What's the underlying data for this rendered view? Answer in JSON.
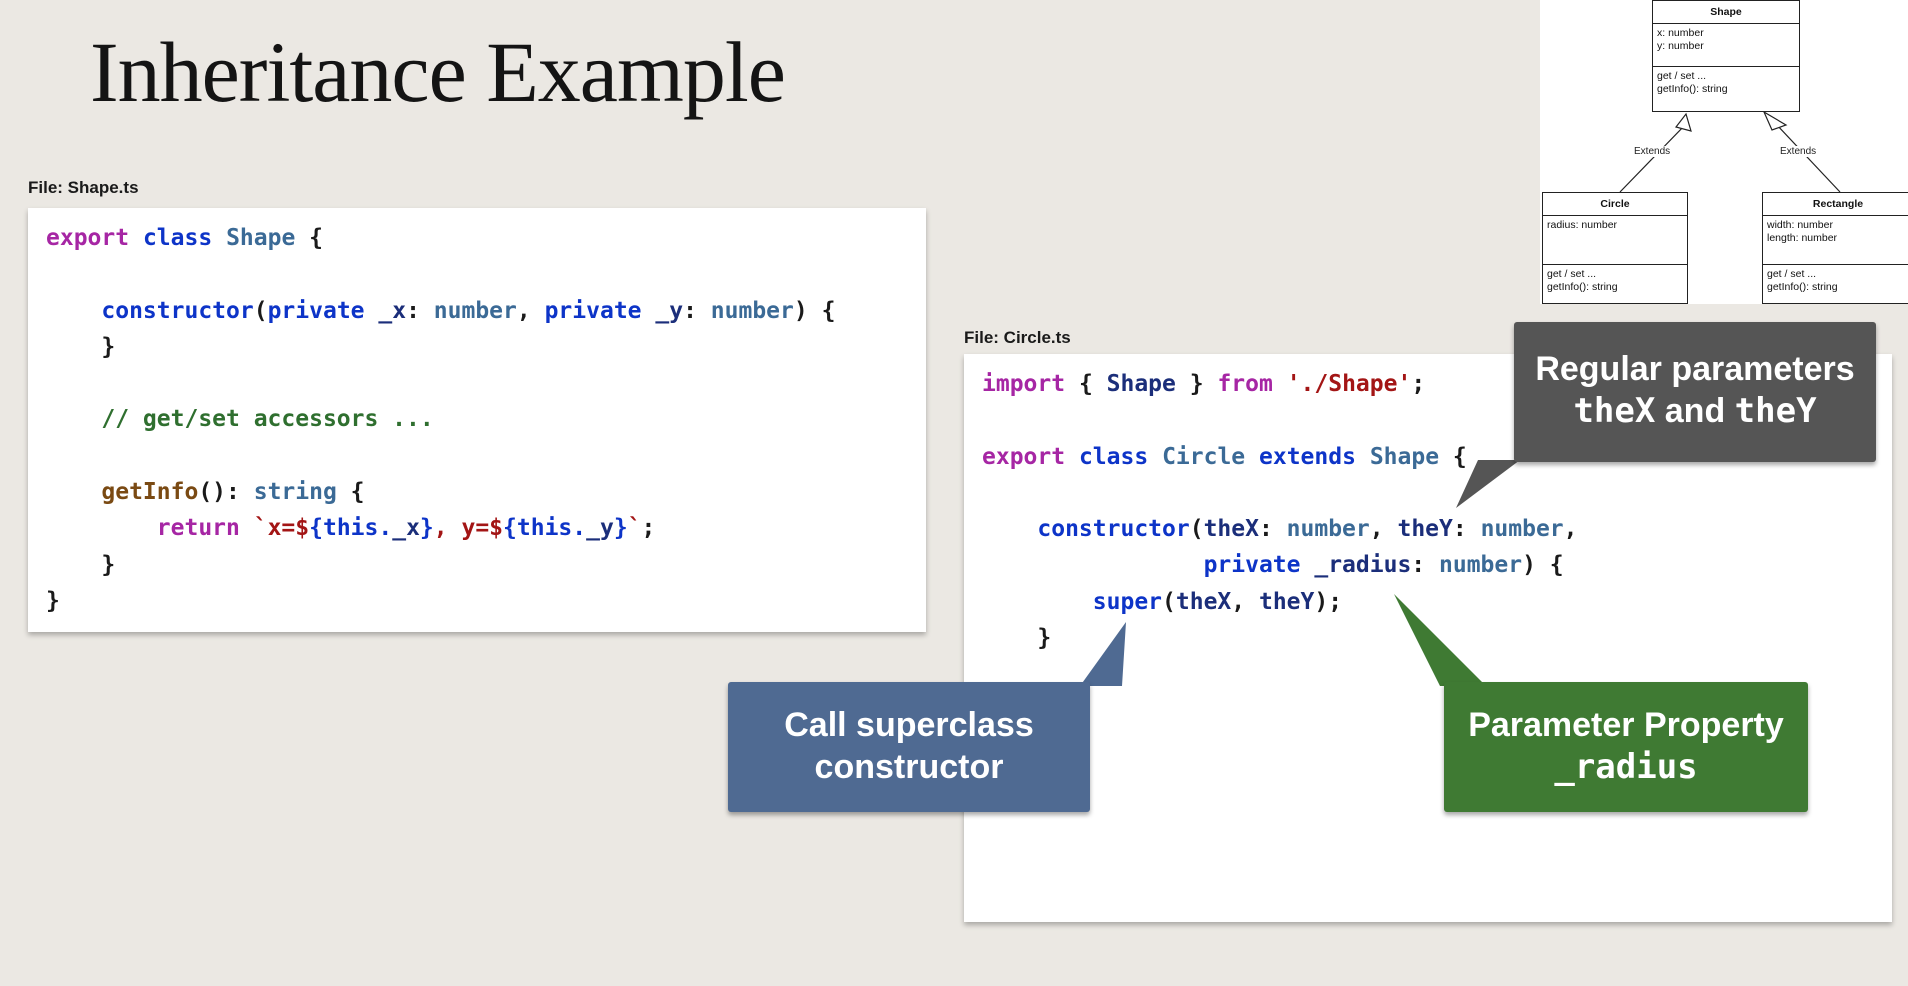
{
  "slide": {
    "title": "Inheritance Example"
  },
  "shape_file": {
    "label": "File: Shape.ts",
    "lines": [
      [
        [
          "kw",
          "export"
        ],
        [
          "pl",
          " "
        ],
        [
          "kb",
          "class"
        ],
        [
          "pl",
          " "
        ],
        [
          "tn",
          "Shape"
        ],
        [
          "pl",
          " {"
        ]
      ],
      [],
      [
        [
          "pl",
          "    "
        ],
        [
          "kb",
          "constructor"
        ],
        [
          "pl",
          "("
        ],
        [
          "kb",
          "private"
        ],
        [
          "pl",
          " "
        ],
        [
          "nm",
          "_x"
        ],
        [
          "pl",
          ": "
        ],
        [
          "tn",
          "number"
        ],
        [
          "pl",
          ", "
        ],
        [
          "kb",
          "private"
        ],
        [
          "pl",
          " "
        ],
        [
          "nm",
          "_y"
        ],
        [
          "pl",
          ": "
        ],
        [
          "tn",
          "number"
        ],
        [
          "pl",
          ") {"
        ]
      ],
      [
        [
          "pl",
          "    }"
        ]
      ],
      [],
      [
        [
          "pl",
          "    "
        ],
        [
          "cm",
          "// get/set accessors ..."
        ]
      ],
      [],
      [
        [
          "pl",
          "    "
        ],
        [
          "fn",
          "getInfo"
        ],
        [
          "pl",
          "(): "
        ],
        [
          "tn",
          "string"
        ],
        [
          "pl",
          " {"
        ]
      ],
      [
        [
          "pl",
          "        "
        ],
        [
          "kw",
          "return"
        ],
        [
          "pl",
          " "
        ],
        [
          "st",
          "`x=$"
        ],
        [
          "kb",
          "{this."
        ],
        [
          "nm",
          "_x"
        ],
        [
          "kb",
          "}"
        ],
        [
          "st",
          ", y=$"
        ],
        [
          "kb",
          "{this."
        ],
        [
          "nm",
          "_y"
        ],
        [
          "kb",
          "}"
        ],
        [
          "st",
          "`"
        ],
        [
          "pl",
          ";"
        ]
      ],
      [
        [
          "pl",
          "    }"
        ]
      ],
      [
        [
          "pl",
          "}"
        ]
      ]
    ]
  },
  "circle_file": {
    "label": "File: Circle.ts",
    "lines": [
      [
        [
          "kw",
          "import"
        ],
        [
          "pl",
          " { "
        ],
        [
          "nm",
          "Shape"
        ],
        [
          "pl",
          " } "
        ],
        [
          "kw",
          "from"
        ],
        [
          "pl",
          " "
        ],
        [
          "st",
          "'./Shape'"
        ],
        [
          "pl",
          ";"
        ]
      ],
      [],
      [
        [
          "kw",
          "export"
        ],
        [
          "pl",
          " "
        ],
        [
          "kb",
          "class"
        ],
        [
          "pl",
          " "
        ],
        [
          "tn",
          "Circle"
        ],
        [
          "pl",
          " "
        ],
        [
          "kb",
          "extends"
        ],
        [
          "pl",
          " "
        ],
        [
          "tn",
          "Shape"
        ],
        [
          "pl",
          " {"
        ]
      ],
      [],
      [
        [
          "pl",
          "    "
        ],
        [
          "kb",
          "constructor"
        ],
        [
          "pl",
          "("
        ],
        [
          "nm",
          "theX"
        ],
        [
          "pl",
          ": "
        ],
        [
          "tn",
          "number"
        ],
        [
          "pl",
          ", "
        ],
        [
          "nm",
          "theY"
        ],
        [
          "pl",
          ": "
        ],
        [
          "tn",
          "number"
        ],
        [
          "pl",
          ","
        ]
      ],
      [
        [
          "pl",
          "                "
        ],
        [
          "kb",
          "private"
        ],
        [
          "pl",
          " "
        ],
        [
          "nm",
          "_radius"
        ],
        [
          "pl",
          ": "
        ],
        [
          "tn",
          "number"
        ],
        [
          "pl",
          ") {"
        ]
      ],
      [
        [
          "pl",
          "        "
        ],
        [
          "kb",
          "super"
        ],
        [
          "pl",
          "("
        ],
        [
          "nm",
          "theX"
        ],
        [
          "pl",
          ", "
        ],
        [
          "nm",
          "theY"
        ],
        [
          "pl",
          ");"
        ]
      ],
      [
        [
          "pl",
          "    }"
        ]
      ]
    ]
  },
  "uml": {
    "shape": {
      "name": "Shape",
      "attrs": [
        "x: number",
        "y: number"
      ],
      "ops": [
        "get / set ...",
        "getInfo(): string"
      ]
    },
    "circle": {
      "name": "Circle",
      "attrs": [
        "radius: number"
      ],
      "ops": [
        "get / set ...",
        "getInfo(): string"
      ]
    },
    "rectangle": {
      "name": "Rectangle",
      "attrs": [
        "width: number",
        "length: number"
      ],
      "ops": [
        "get / set ...",
        "getInfo(): string"
      ]
    },
    "extends_label": "Extends"
  },
  "callouts": {
    "regular_params": {
      "line1": "Regular parameters",
      "mono1": "theX",
      "and": " and ",
      "mono2": "theY",
      "color": "#555555"
    },
    "super_call": {
      "line1": "Call superclass",
      "line2": "constructor",
      "color": "#4f6a92"
    },
    "param_property": {
      "line1": "Parameter Property",
      "mono": "_radius",
      "color": "#3f7a33"
    }
  }
}
